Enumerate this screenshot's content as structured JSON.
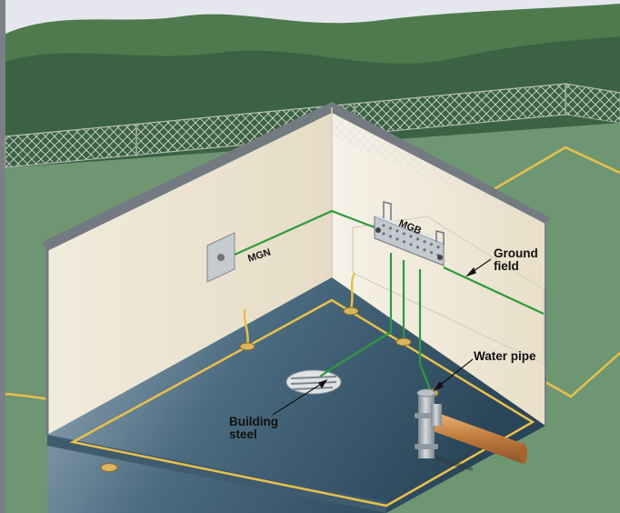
{
  "labels": {
    "mgn": "MGN",
    "mgb": "MGB",
    "ground_field_line1": "Ground",
    "ground_field_line2": "field",
    "water_pipe": "Water pipe",
    "building_steel_line1": "Building",
    "building_steel_line2": "steel"
  },
  "colors": {
    "sky": "#e6e7ee",
    "hills_far": "#4e7a4e",
    "hills_near": "#3b6242",
    "ground": "#6f9672",
    "back_wall": "#ece5d2",
    "left_wall": "#f3eddf",
    "wall_edge": "#747a82",
    "floor": "#4a6a80",
    "ground_wire": "#e8c04c",
    "bond_wire": "#2e9a3e",
    "copper_pipe": "#c9884a",
    "steel_pipe": "#a3acb2"
  },
  "icons": {
    "fence": "chain-link-fence-icon",
    "clamp": "ground-clamp-icon",
    "bus_bar": "ground-bus-bar-icon",
    "electrode": "ground-rod-icon"
  }
}
